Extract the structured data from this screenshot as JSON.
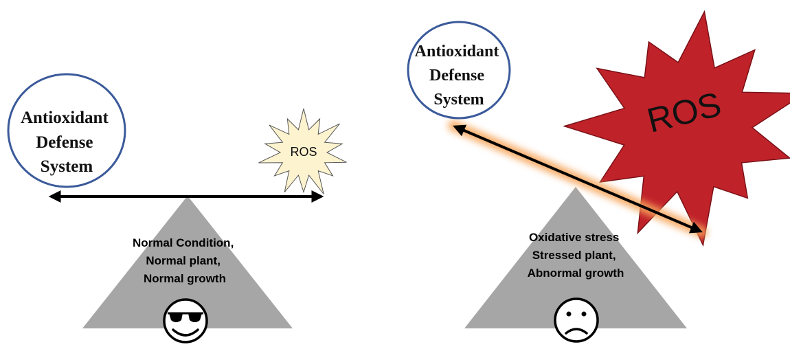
{
  "left_panel": {
    "antioxidant_label": [
      "Antioxidant",
      "Defense",
      "System"
    ],
    "ros_label": "ROS",
    "condition_label": [
      "Normal Condition,",
      "Normal plant,",
      "Normal growth"
    ],
    "face_icon": "cool-sunglasses-face-icon"
  },
  "right_panel": {
    "antioxidant_label": [
      "Antioxidant",
      "Defense",
      "System"
    ],
    "ros_label": "ROS",
    "condition_label": [
      "Oxidative stress",
      "Stressed plant,",
      "Abnormal growth"
    ],
    "face_icon": "sad-face-icon"
  },
  "colors": {
    "circle_stroke": "#3b5a9a",
    "pyramid_fill": "#a6a6a6",
    "ros_small_fill": "#fdf3cf",
    "ros_big_fill": "#c0222a",
    "arrow_glow": "#f7a65c",
    "arrow": "#000000"
  }
}
